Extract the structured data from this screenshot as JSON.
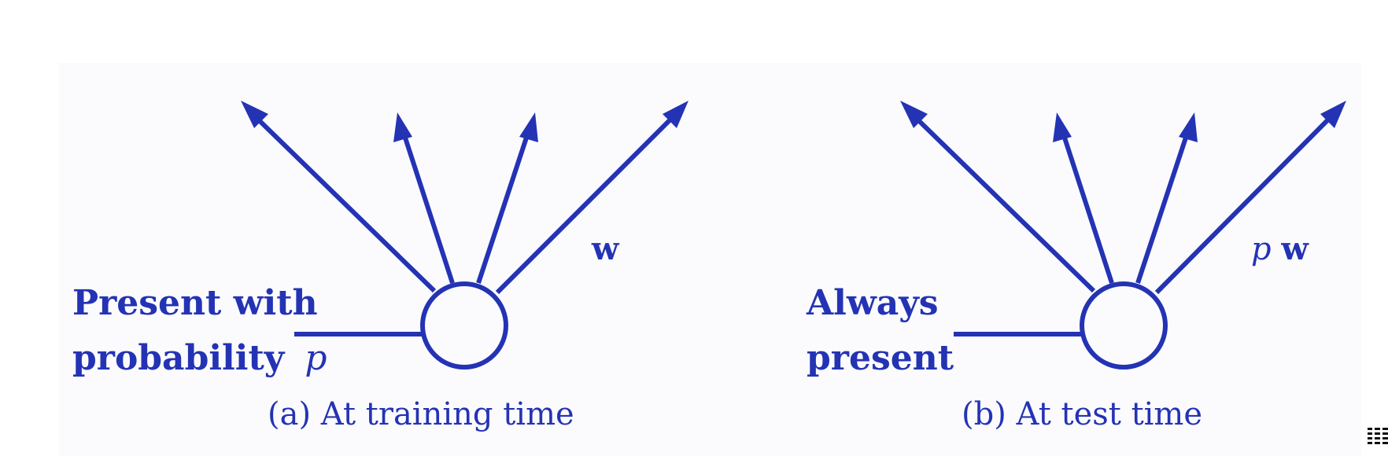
{
  "colors": {
    "diagram": "#2433b4",
    "panel_background": "#fbfbfd"
  },
  "panel_a": {
    "input_label_line1": "Present with",
    "input_label_line2_text": "probability",
    "input_label_line2_var": "p",
    "weight_label": "w",
    "caption": "(a) At training time",
    "arrow_count": 4
  },
  "panel_b": {
    "input_label_line1": "Always",
    "input_label_line2": "present",
    "weight_label_var": "p",
    "weight_label_bold": "w",
    "caption": "(b) At test time",
    "arrow_count": 4
  }
}
